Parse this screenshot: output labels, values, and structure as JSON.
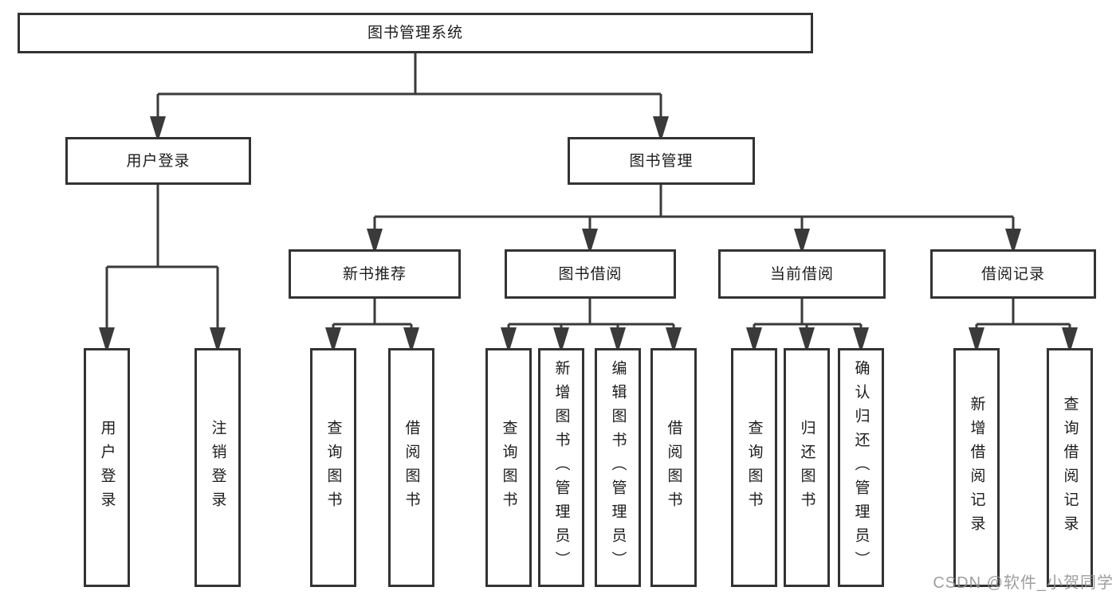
{
  "diagram": {
    "root": "图书管理系统",
    "user_login": {
      "label": "用户登录",
      "children": [
        "用户登录",
        "注销登录"
      ]
    },
    "book_mgmt": {
      "label": "图书管理",
      "sections": [
        {
          "label": "新书推荐",
          "children": [
            "查询图书",
            "借阅图书"
          ]
        },
        {
          "label": "图书借阅",
          "children": [
            "查询图书",
            "新增图书（管理员）",
            "编辑图书（管理员）",
            "借阅图书"
          ]
        },
        {
          "label": "当前借阅",
          "children": [
            "查询图书",
            "归还图书",
            "确认归还（管理员）"
          ]
        },
        {
          "label": "借阅记录",
          "children": [
            "新增借阅记录",
            "查询借阅记录"
          ]
        }
      ]
    }
  },
  "watermark": "CSDN @软件_小贺同学",
  "colors": {
    "line": "#3a3a3a",
    "border": "#333333",
    "text": "#1c1c1c",
    "watermark": "#919191"
  }
}
